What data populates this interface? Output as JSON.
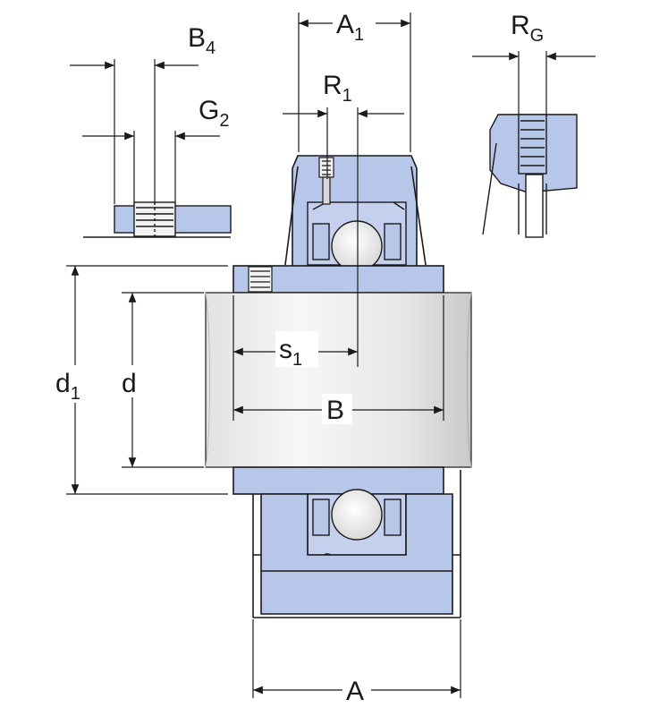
{
  "diagram": {
    "colors": {
      "fill": "#b7c7ea",
      "outline": "#1a1a1a",
      "shaft_light": "#f2f2f2",
      "shaft_dark": "#c9c9c9",
      "background": "#ffffff"
    },
    "labels": {
      "A": "A",
      "A1_main": "A",
      "A1_sub": "1",
      "B": "B",
      "B4_main": "B",
      "B4_sub": "4",
      "G2_main": "G",
      "G2_sub": "2",
      "R1_main": "R",
      "R1_sub": "1",
      "RG_main": "R",
      "RG_sub": "G",
      "s1_main": "s",
      "s1_sub": "1",
      "d": "d",
      "d1_main": "d",
      "d1_sub": "1"
    }
  }
}
